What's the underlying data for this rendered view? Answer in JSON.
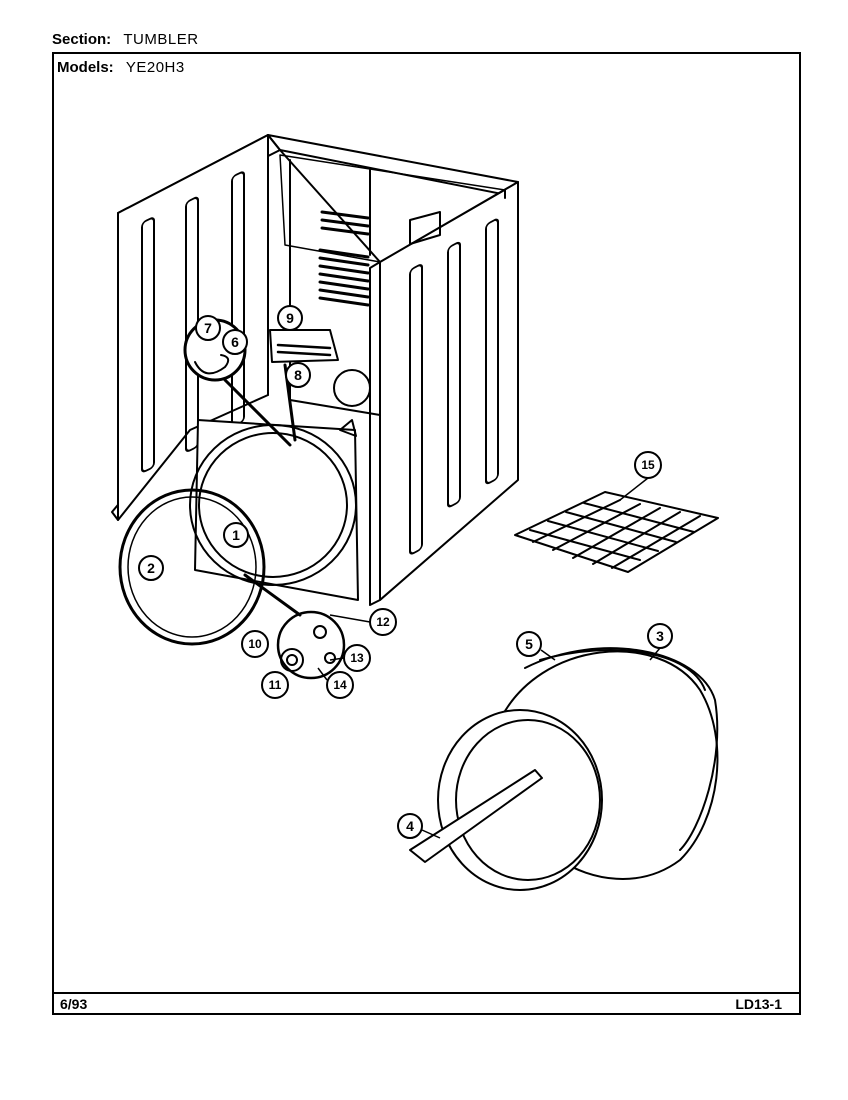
{
  "header": {
    "section_label": "Section:",
    "section_value": "TUMBLER",
    "models_label": "Models:",
    "models_value": "YE20H3"
  },
  "footer": {
    "date_code": "6/93",
    "doc_code": "LD13-1"
  },
  "callouts": [
    "1",
    "2",
    "3",
    "4",
    "5",
    "6",
    "7",
    "8",
    "9",
    "10",
    "11",
    "12",
    "13",
    "14",
    "15"
  ]
}
